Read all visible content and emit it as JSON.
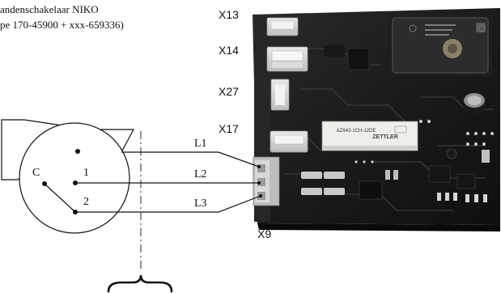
{
  "caption": {
    "line1": "andenschakelaar NIKO",
    "line2": "pe 170-45900 + xxx-659336)"
  },
  "switch": {
    "common": "C",
    "pos1": "1",
    "pos2": "2"
  },
  "lines": [
    "L1",
    "L2",
    "L3"
  ],
  "connectors": [
    "X13",
    "X14",
    "X27",
    "X17",
    "X9"
  ],
  "relay": {
    "brand": "ZETTLER",
    "model": "AZ943-1CH-12DE"
  }
}
